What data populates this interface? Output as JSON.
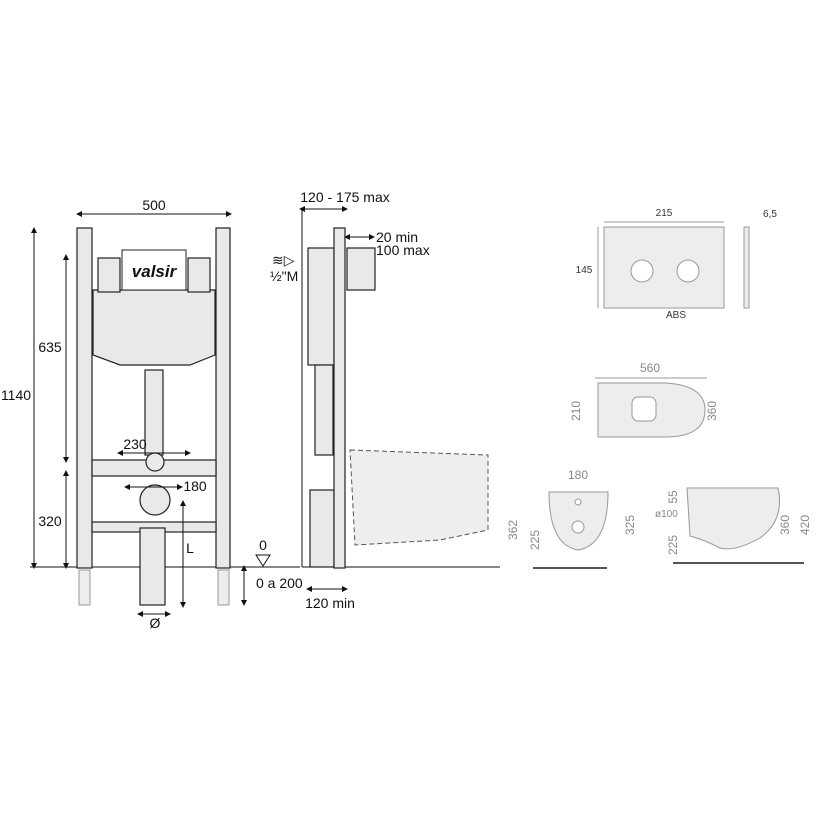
{
  "front_view": {
    "width": "500",
    "height_total": "1140",
    "height_635": "635",
    "height_320": "320",
    "dim_230": "230",
    "dim_180": "180",
    "length_label": "L",
    "diameter_label": "Ø",
    "floor_zero": "0",
    "floor_range": "0 a 200",
    "brand_logo": "valsir"
  },
  "side_view": {
    "depth_range": "120 - 175 max",
    "offset_min": "20 min",
    "offset_max": "100 max",
    "water_inlet": "½\"M",
    "depth_min": "120 min"
  },
  "flush_plate": {
    "width": "215",
    "height": "145",
    "thickness": "6,5",
    "material": "ABS"
  },
  "toilet_top": {
    "length": "560",
    "left": "210",
    "right": "360"
  },
  "toilet_front": {
    "hole_spacing": "180",
    "height": "362",
    "inlet_height": "225",
    "right_height": "325"
  },
  "toilet_side": {
    "dim_55": "55",
    "pipe_diameter": "ø100",
    "inlet_height": "225",
    "height_360": "360",
    "height_420": "420"
  }
}
